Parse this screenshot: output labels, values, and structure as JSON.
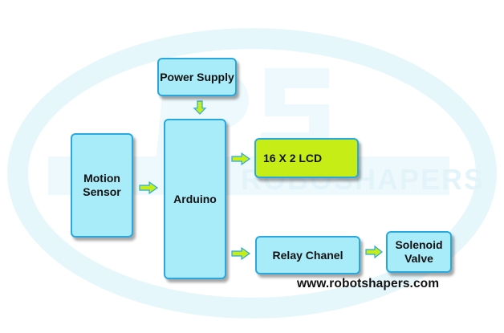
{
  "blocks": {
    "power_supply": "Power Supply",
    "motion_sensor_line1": "Motion",
    "motion_sensor_line2": "Sensor",
    "arduino": "Arduino",
    "lcd": "16 X 2 LCD",
    "relay": "Relay Chanel",
    "solenoid_line1": "Solenoid",
    "solenoid_line2": "Valve"
  },
  "watermark": "ROBOSHAPERS",
  "website": "www.robotshapers.com",
  "colors": {
    "block_fill": "#a8ecfa",
    "block_border": "#27a9e0",
    "lcd_fill": "#c6ee16",
    "arrow_fill": "#c6ee16",
    "arrow_stroke": "#27a9e0",
    "watermark": "#e6f7fc"
  },
  "connections": [
    {
      "from": "Power Supply",
      "to": "Arduino"
    },
    {
      "from": "Motion Sensor",
      "to": "Arduino"
    },
    {
      "from": "Arduino",
      "to": "16 X 2 LCD"
    },
    {
      "from": "Arduino",
      "to": "Relay Chanel"
    },
    {
      "from": "Relay Chanel",
      "to": "Solenoid Valve"
    }
  ]
}
